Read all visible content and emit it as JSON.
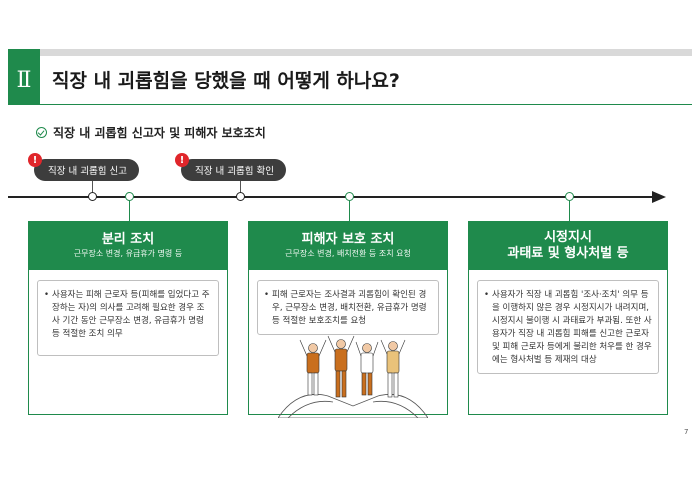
{
  "section": {
    "number": "Ⅱ",
    "title": "직장 내 괴롭힘을 당했을 때 어떻게 하나요?"
  },
  "subtitle": "직장 내 괴롭힘 신고자 및 피해자 보호조치",
  "timeline": {
    "events": [
      {
        "label": "직장 내 괴롭힘 신고"
      },
      {
        "label": "직장 내 괴롭힘 확인"
      }
    ]
  },
  "cards": [
    {
      "title": "분리 조치",
      "subtitle": "근무장소 변경, 유급휴가 명령 등",
      "body": "사용자는 피해 근로자 등(피해를 입었다고 주장하는 자)의 의사를 고려해 필요한 경우 조사 기간 동안 근무장소 변경, 유급휴가 명령 등 적절한 조치 의무"
    },
    {
      "title": "피해자 보호 조치",
      "subtitle": "근무장소 변경, 배치전환 등 조치 요청",
      "body": "피해 근로자는 조사결과 괴롭힘이 확인된 경우, 근무장소 변경, 배치전환, 유급휴가 명령 등 적절한 보호조치를 요청"
    },
    {
      "title": "시정지시",
      "title2": "과태료 및 형사처벌 등",
      "body": "사용자가 직장 내 괴롭힘 '조사·조치' 의무 등을 이행하지 않은 경우 시정지시가 내려지며, 시정지시 불이행 시 과태료가 부과됨. 또한 사용자가 직장 내 괴롭힘 피해를 신고한 근로자 및 피해 근로자 등에게 불리한 처우를 한 경우에는 형사처벌 등 제재의 대상"
    }
  ],
  "page_number": "7",
  "colors": {
    "accent_green": "#1f8a4c",
    "pill_dark": "#3d3d3d",
    "alert_red": "#e0262b"
  }
}
